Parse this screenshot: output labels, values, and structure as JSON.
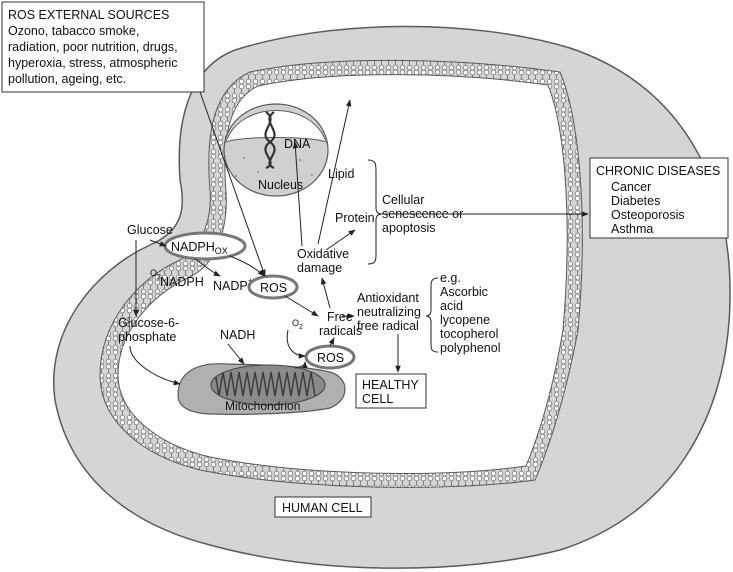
{
  "colors": {
    "cell_fill": "#d5d5d3",
    "cytoplasm_fill": "#ffffff",
    "membrane_fill": "#bcbcba",
    "outline": "#5a5a5a",
    "nucleus_fill": "#d0d0ce",
    "mitochondrion_fill": "#8a8a88",
    "text": "#111111",
    "arrow": "#222222"
  },
  "icons": [
    "dna-helix-icon",
    "mitochondrion-icon",
    "lipid-bilayer-pattern"
  ],
  "ros_external_box": {
    "title": "ROS EXTERNAL SOURCES",
    "lines": [
      "Ozono, tabacco smoke,",
      "radiation, poor nutrition, drugs,",
      "hyperoxia, stress, atmospheric",
      "pollution, ageing, etc."
    ]
  },
  "chronic_diseases_box": {
    "title": "CHRONIC DISEASES",
    "items": [
      "Cancer",
      "Diabetes",
      "Osteoporosis",
      "Asthma"
    ]
  },
  "nucleus": {
    "dna": "DNA",
    "label": "Nucleus"
  },
  "targets": {
    "lipid": "Lipid",
    "protein": "Protein"
  },
  "outcome": [
    "Cellular",
    "senescence or",
    "apoptosis"
  ],
  "oxidative_damage": [
    "Oxidative",
    "damage"
  ],
  "glucose": "Glucose",
  "nadph_ox": {
    "main": "NADPH",
    "sub": "OX"
  },
  "o2_left": {
    "main": "O",
    "sub": "2"
  },
  "nadph": "NADPH",
  "nadp_plus": {
    "main": "NADP",
    "sup": "+"
  },
  "ros": "ROS",
  "free_radicals": [
    "Free",
    "radicals"
  ],
  "glucose6p": [
    "Glucose-6-",
    "phosphate"
  ],
  "nadh": "NADH",
  "o2_right": {
    "main": "O",
    "sub": "2"
  },
  "ros_lower": "ROS",
  "mitochondrion": "Mitochondrion",
  "antioxidant": [
    "Antioxidant",
    "neutralizing",
    "free radical"
  ],
  "antioxidant_examples": [
    "e.g.",
    "Ascorbic",
    "acid",
    "lycopene",
    "tocopherol",
    "polyphenol"
  ],
  "healthy_cell": [
    "HEALTHY",
    "CELL"
  ],
  "human_cell": "HUMAN CELL"
}
